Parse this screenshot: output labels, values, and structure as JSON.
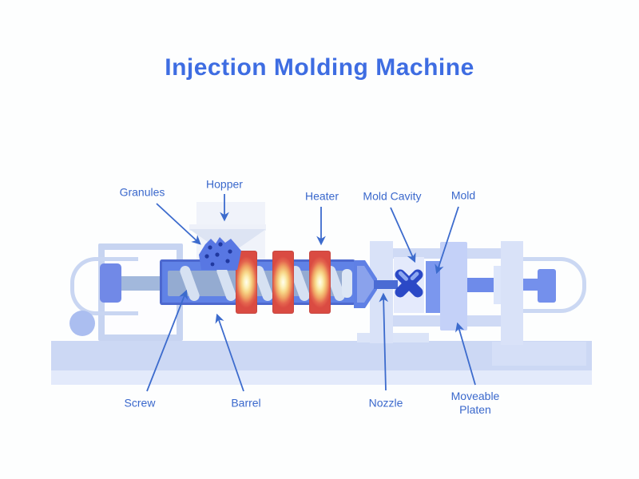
{
  "title": "Injection Molding Machine",
  "labels": {
    "granules": "Granules",
    "hopper": "Hopper",
    "heater": "Heater",
    "mold_cavity": "Mold Cavity",
    "mold": "Mold",
    "screw": "Screw",
    "barrel": "Barrel",
    "nozzle": "Nozzle",
    "moveable_platen": "Moveable Platen"
  },
  "colors": {
    "title_text": "#3e6de2",
    "label_text": "#3a68cc",
    "arrow": "#3c6bcd",
    "barrel": "#6082e6",
    "barrel_border": "#4c68cf",
    "screw_shaft": "#94abd1",
    "screw_flight": "#d6e1f2",
    "heater_edge": "#da4b42",
    "heater_glow": "#fffdf0",
    "granules": "#5877e3",
    "granule_dots": "#20389f",
    "hopper": "#dde4f3",
    "frame_light": "#c7d4f1",
    "base": "#ccd8f4",
    "platen_column": "#d9e2f8",
    "tie_bar": "#cfdaf5",
    "moveable_platen": "#c4d1f8",
    "mold": "#7b97ee",
    "mold_cavity_x": "#2b49c6",
    "piston": "#7490ec",
    "background": "#fdfefe"
  }
}
